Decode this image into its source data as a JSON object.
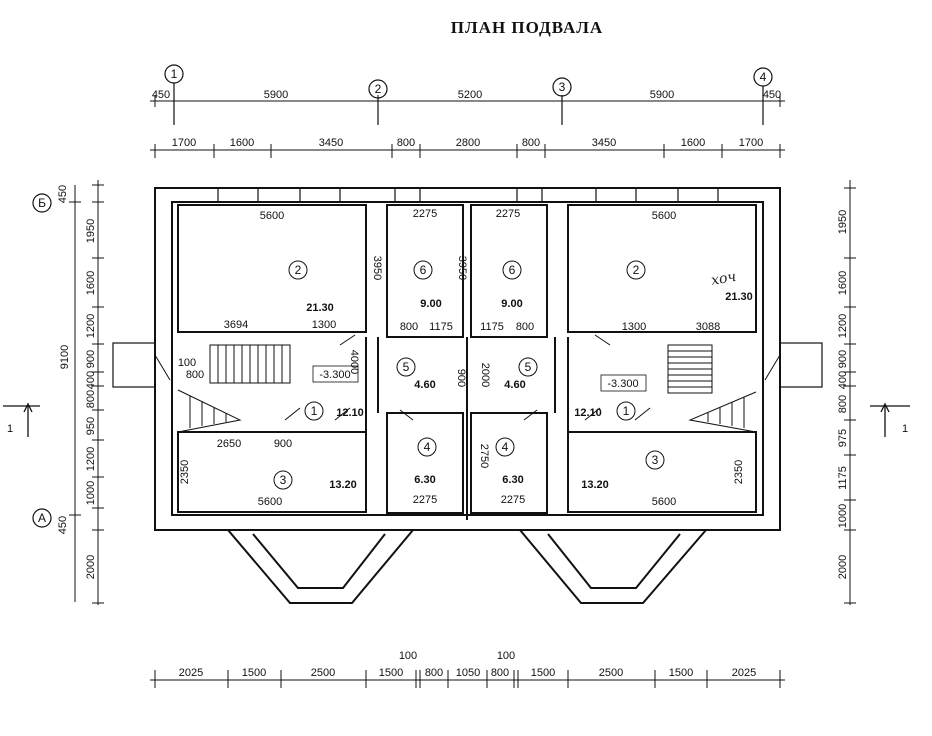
{
  "title": "ПЛАН ПОДВАЛА",
  "axes": {
    "a1": "1",
    "a2": "2",
    "a3": "3",
    "a4": "4",
    "aA": "А",
    "aB": "Б"
  },
  "section_marks": {
    "left": "1",
    "right": "1"
  },
  "top_dims_1": [
    "450",
    "5900",
    "5200",
    "5900",
    "450"
  ],
  "top_dims_2": [
    "1700",
    "1600",
    "3450",
    "800",
    "2800",
    "800",
    "3450",
    "1600",
    "1700"
  ],
  "bottom_dims": [
    "2025",
    "1500",
    "2500",
    "1500",
    "800",
    "1050",
    "800",
    "1500",
    "2500",
    "1500",
    "2025"
  ],
  "bottom_small": [
    "100",
    "100"
  ],
  "left_outer_total": "9100",
  "left_dims": [
    "450",
    "1950",
    "1600",
    "1200",
    "900",
    "400",
    "800",
    "950",
    "1200",
    "1000",
    "450",
    "2000"
  ],
  "right_dims": [
    "1950",
    "1600",
    "1200",
    "900",
    "400",
    "800",
    "975",
    "1175",
    "1000",
    "2000"
  ],
  "rooms": {
    "left_2": {
      "num": "2",
      "area": "21.30",
      "w": "5600",
      "h": "3950",
      "d1": "3694",
      "d2": "1300"
    },
    "right_2": {
      "num": "2",
      "area": "21.30",
      "w": "5600",
      "d1": "1300",
      "d2": "3088"
    },
    "left_6": {
      "num": "6",
      "area": "9.00",
      "w": "2275",
      "h": "3950"
    },
    "right_6": {
      "num": "6",
      "area": "9.00",
      "w": "2275"
    },
    "left_5": {
      "num": "5",
      "area": "4.60",
      "d1": "800",
      "d2": "1175",
      "h": "4000",
      "h2": "900"
    },
    "right_5": {
      "num": "5",
      "area": "4.60",
      "d1": "1175",
      "d2": "800",
      "h": "2000"
    },
    "left_1": {
      "num": "1",
      "area": "12.10",
      "level": "-3.300",
      "d1": "100",
      "d2": "800",
      "d3": "2650",
      "d4": "900"
    },
    "right_1": {
      "num": "1",
      "area": "12.10",
      "level": "-3.300"
    },
    "left_4": {
      "num": "4",
      "area": "6.30",
      "w": "2275"
    },
    "right_4": {
      "num": "4",
      "area": "6.30",
      "w": "2275",
      "h": "2750"
    },
    "left_3": {
      "num": "3",
      "area": "13.20",
      "w": "5600",
      "h": "2350"
    },
    "right_3": {
      "num": "3",
      "area": "13.20",
      "w": "5600",
      "h": "2350"
    }
  },
  "handwritten_note": "хоч"
}
